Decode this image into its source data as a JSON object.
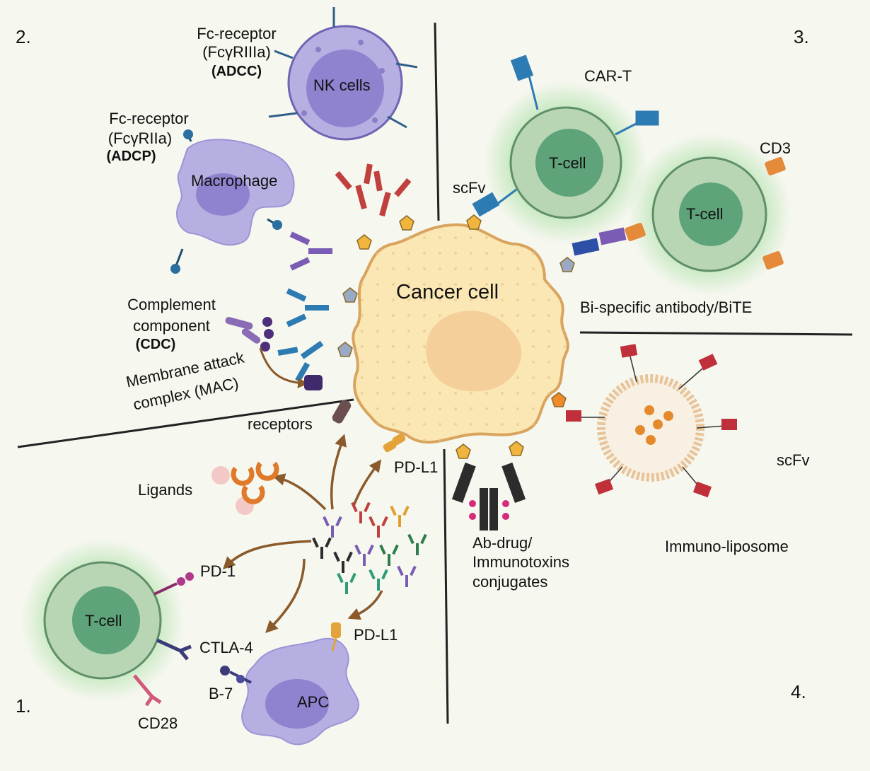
{
  "panels": {
    "p1": "1.",
    "p2": "2.",
    "p3": "3.",
    "p4": "4."
  },
  "cancer_cell": "Cancer cell",
  "panel2": {
    "nk_label": "NK cells",
    "fc_nk_line1": "Fc-receptor",
    "fc_nk_line2": "(FcγRIIIa)",
    "adcc": "(ADCC)",
    "fc_mac_line1": "Fc-receptor",
    "fc_mac_line2": "(FcγRIIa)",
    "adcp": "(ADCP)",
    "macrophage": "Macrophage",
    "complement_line1": "Complement",
    "complement_line2": "component",
    "cdc": "(CDC)",
    "mac_line1": "Membrane attack",
    "mac_line2": "complex (MAC)"
  },
  "panel3": {
    "cart": "CAR-T",
    "tcell_a": "T-cell",
    "tcell_b": "T-cell",
    "scfv": "scFv",
    "cd3": "CD3",
    "bite": "Bi-specific antibody/BiTE"
  },
  "panel4": {
    "adc_line1": "Ab-drug/",
    "adc_line2": "Immunotoxins",
    "adc_line3": "conjugates",
    "scfv": "scFv",
    "liposome": "Immuno-liposome"
  },
  "panel1": {
    "receptors": "receptors",
    "ligands": "Ligands",
    "pdl1_top": "PD-L1",
    "pd1": "PD-1",
    "tcell": "T-cell",
    "ctla4": "CTLA-4",
    "pdl1_bottom": "PD-L1",
    "b7": "B-7",
    "apc": "APC",
    "cd28": "CD28"
  },
  "colors": {
    "background": "#f6f7ef",
    "cancer_cell": "#fbe7b4",
    "cancer_nucleus": "#f4cf9a",
    "nk_cell": "#b6b0e2",
    "tcell": "#b8d6b3",
    "tcell_nucleus": "#5ea37a",
    "red_antibody": "#c0403e",
    "blue_antibody": "#2d7bb3",
    "purple_antibody": "#7b5cb4",
    "arrow": "#8a5a2b"
  }
}
